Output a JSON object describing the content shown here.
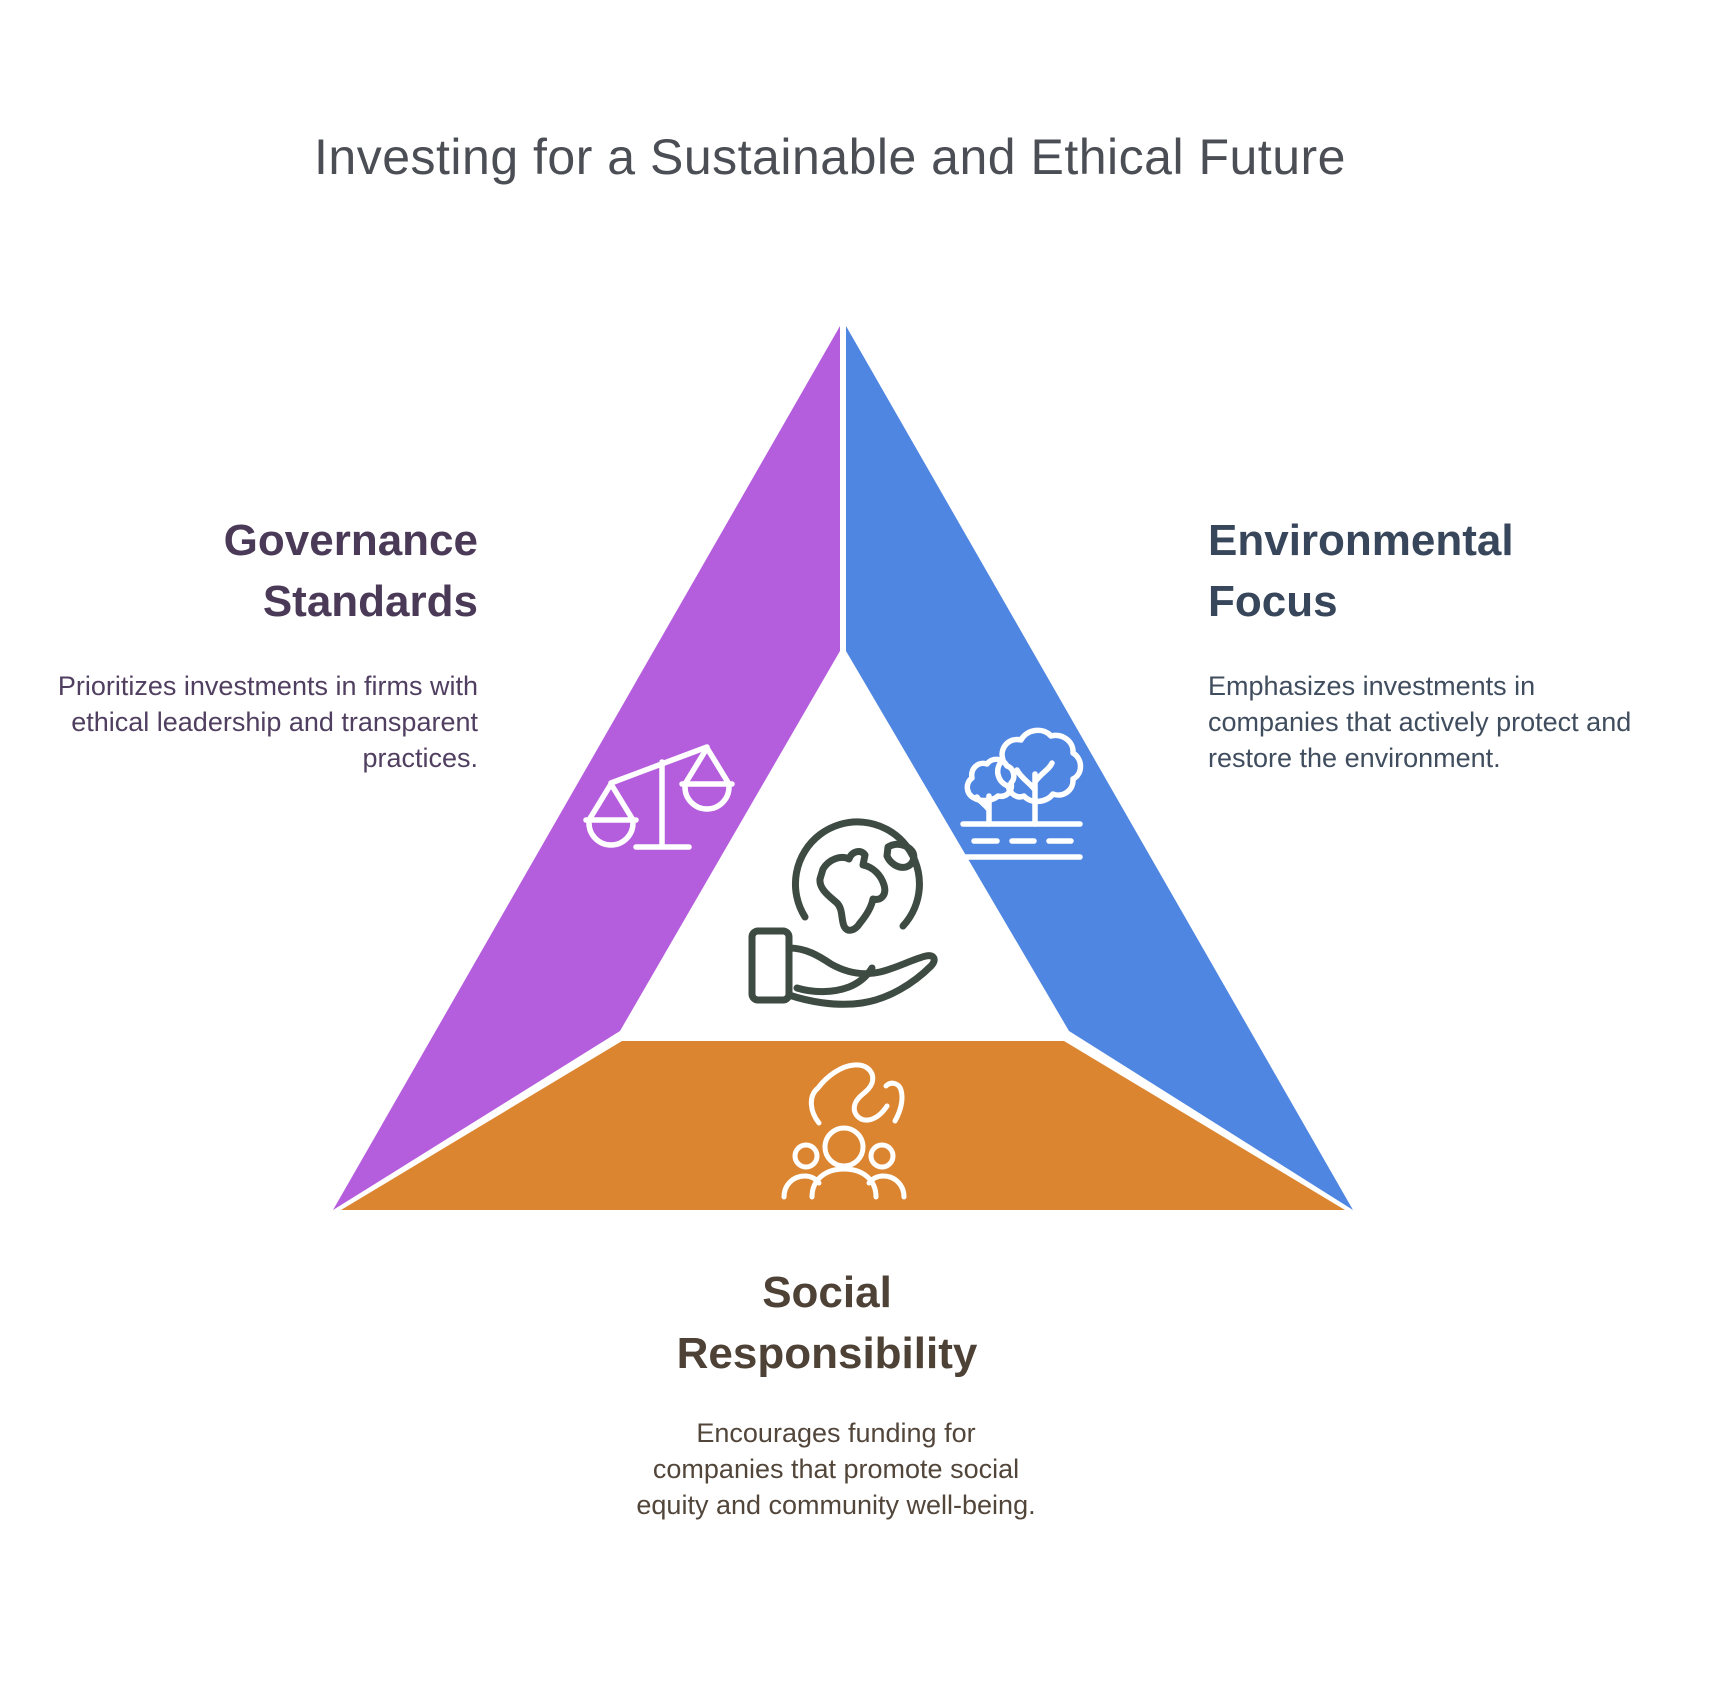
{
  "title": "Investing for a Sustainable and Ethical Future",
  "colors": {
    "background": "#ffffff",
    "purple_segment": "#b55edd",
    "blue_segment": "#4f86e2",
    "orange_segment": "#dc8531",
    "segment_icon_stroke": "#ffffff",
    "center_icon_stroke": "#3d4b43",
    "title_text": "#4b4e54",
    "governance_heading": "#4a3a57",
    "governance_body": "#503f60",
    "environmental_heading": "#37465a",
    "environmental_body": "#3f4d5e",
    "social_heading": "#4e4237",
    "social_body": "#52463b"
  },
  "sections": {
    "governance": {
      "heading_lines": [
        "Governance",
        "Standards"
      ],
      "description": "Prioritizes investments in firms with ethical leadership and transparent practices.",
      "icon": "scales-of-justice-icon"
    },
    "environmental": {
      "heading_lines": [
        "Environmental",
        "Focus"
      ],
      "description": "Emphasizes investments in companies that actively protect and restore the environment.",
      "icon": "trees-icon"
    },
    "social": {
      "heading_lines": [
        "Social",
        "Responsibility"
      ],
      "description": "Encourages funding for companies that promote social equity and community well-being.",
      "icon": "hand-over-people-icon"
    }
  },
  "center_icon": "hand-holding-globe-icon"
}
